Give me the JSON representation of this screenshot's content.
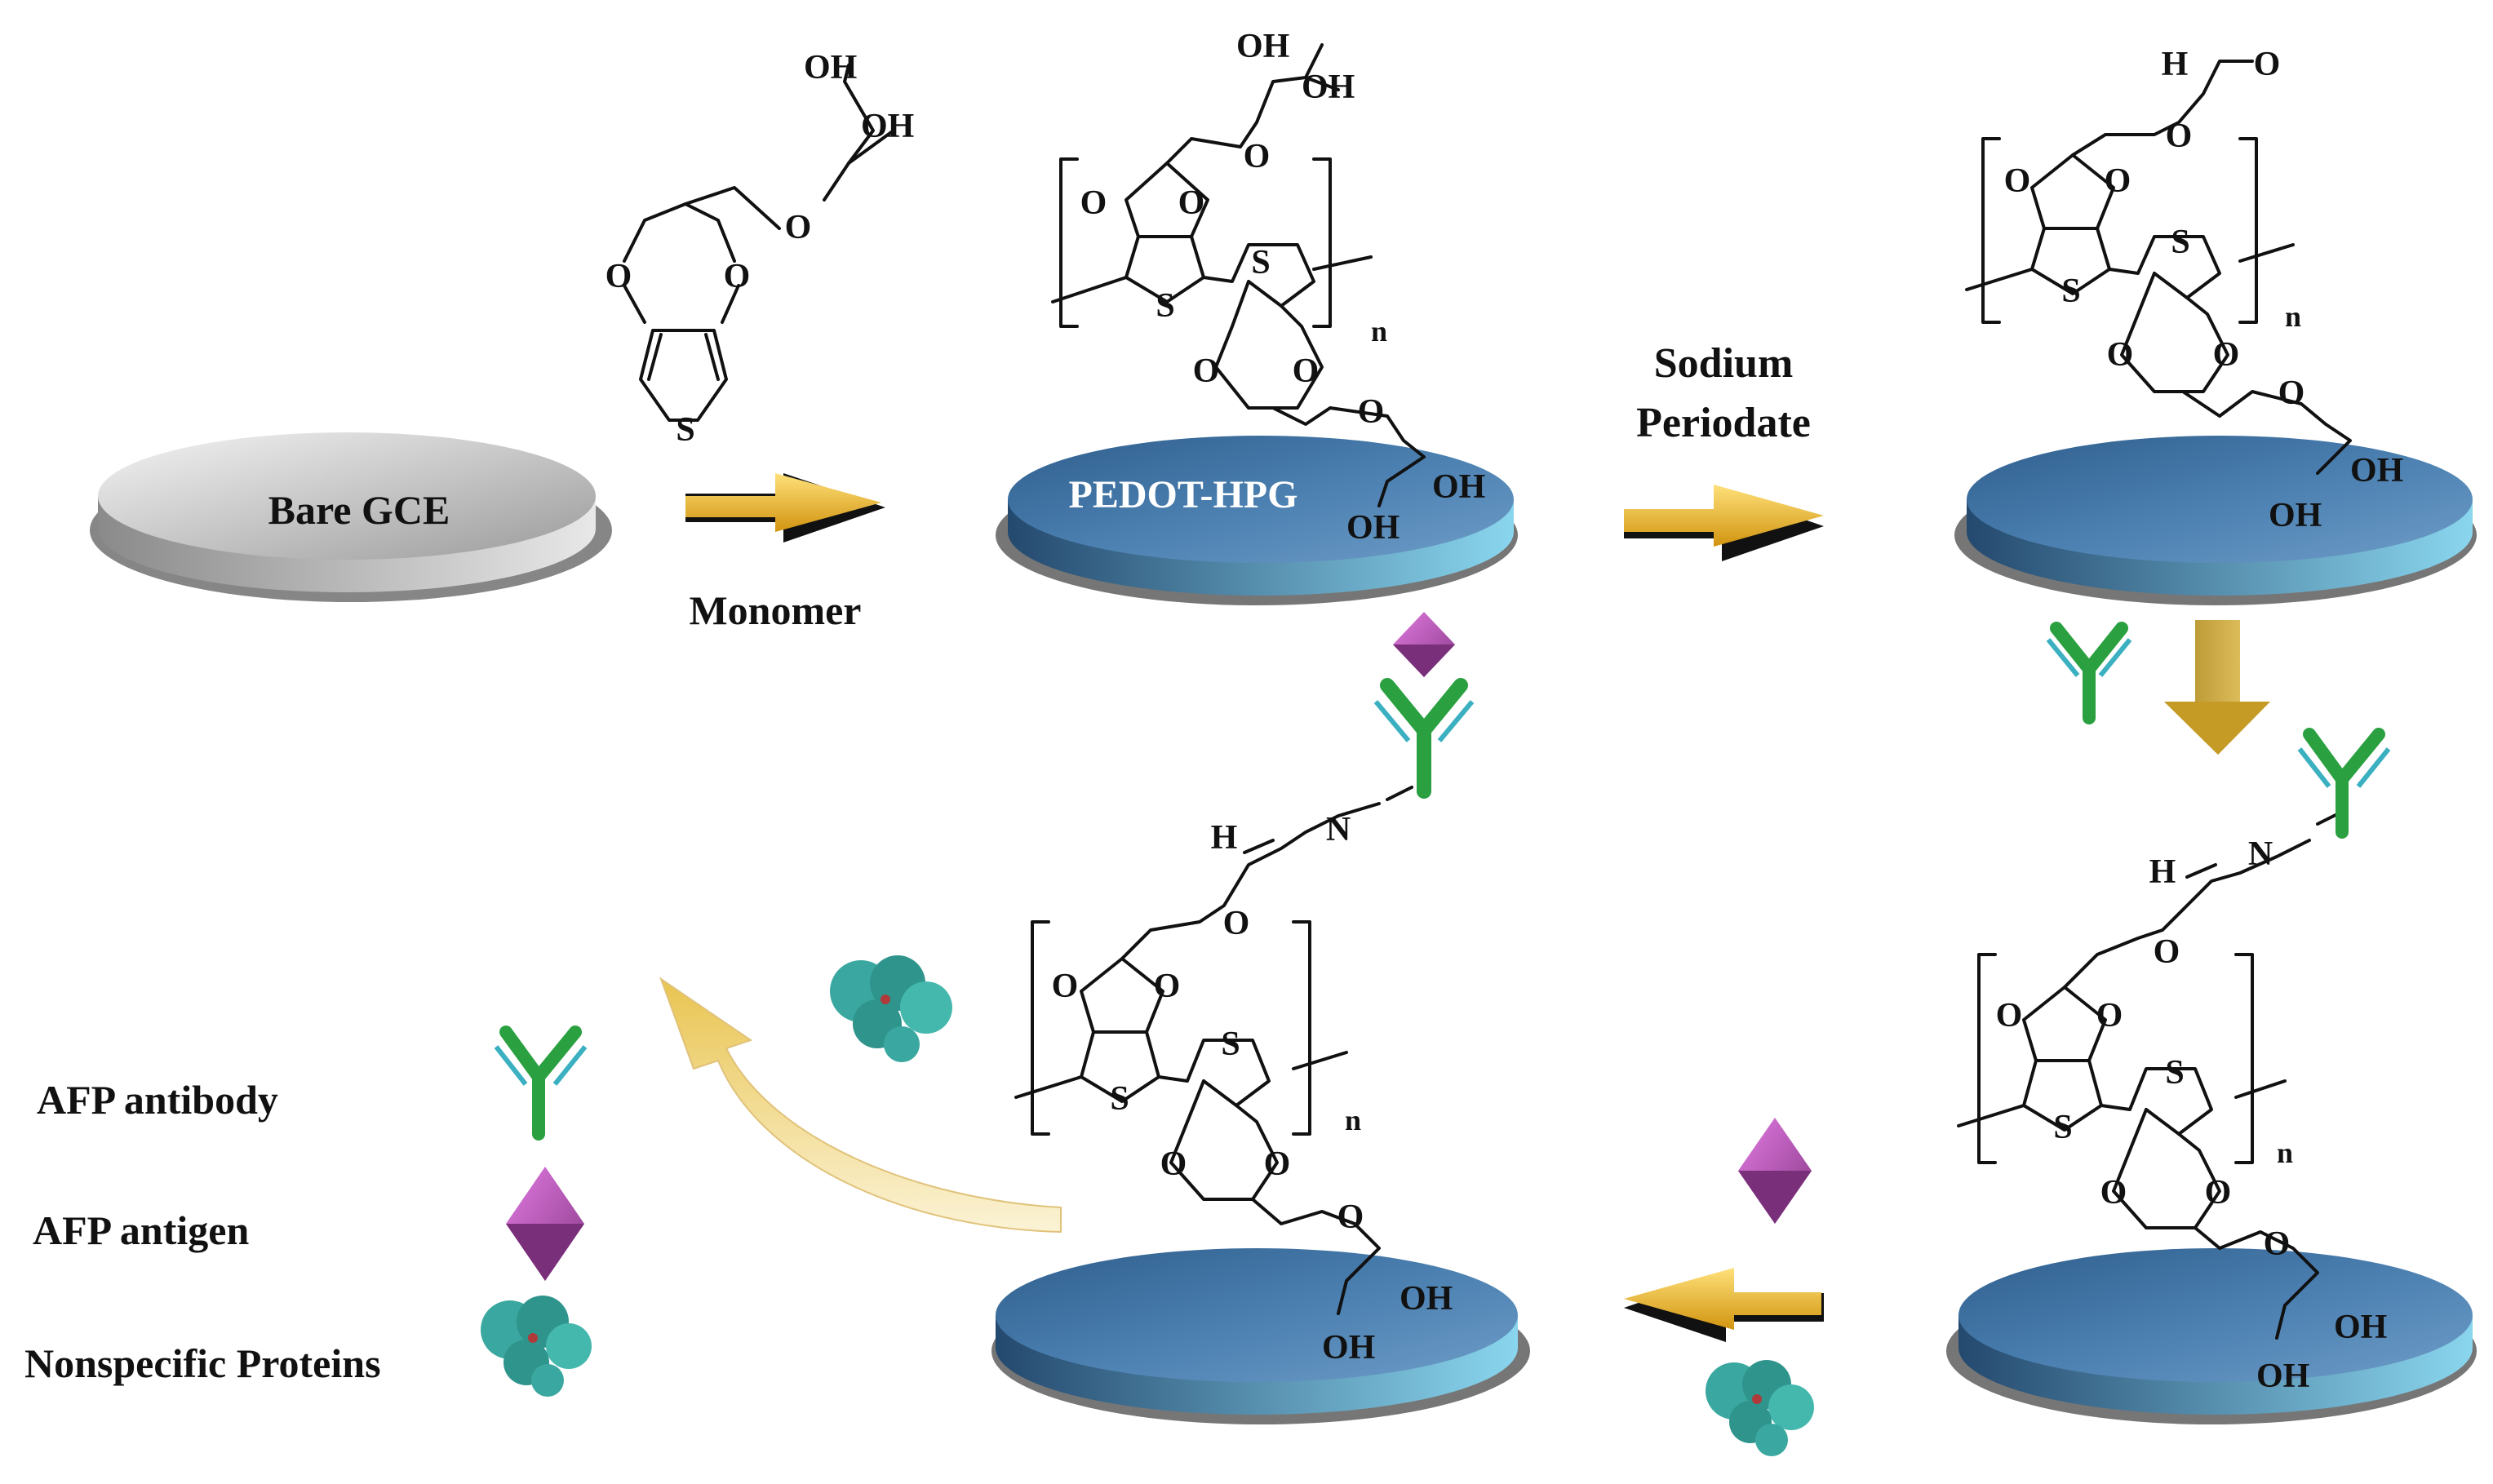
{
  "labels": {
    "bare_gce": "Bare GCE",
    "pedot_hpg": "PEDOT-HPG",
    "monomer": "Monomer",
    "sodium": "Sodium",
    "periodate": "Periodate",
    "n": "n"
  },
  "legend": {
    "antibody": "AFP antibody",
    "antigen": "AFP antigen",
    "proteins": "Nonspecific Proteins"
  },
  "atoms": {
    "O": "O",
    "S": "S",
    "OH": "OH",
    "N": "N",
    "H": "H"
  },
  "colors": {
    "electrode_blue": "#3f6f9c",
    "electrode_rim": "#6fb8d8",
    "bare_gray": "#b8b8b8",
    "arrow_gold": "#e8b020",
    "antibody_green": "#2aa040",
    "antibody_cyan": "#3bb0c0",
    "antigen_magenta": "#c050c0",
    "protein_teal": "#3aa8a0"
  },
  "icons": [
    "antibody-icon",
    "antigen-icon",
    "protein-icon",
    "electrode-icon",
    "arrow-icon"
  ]
}
